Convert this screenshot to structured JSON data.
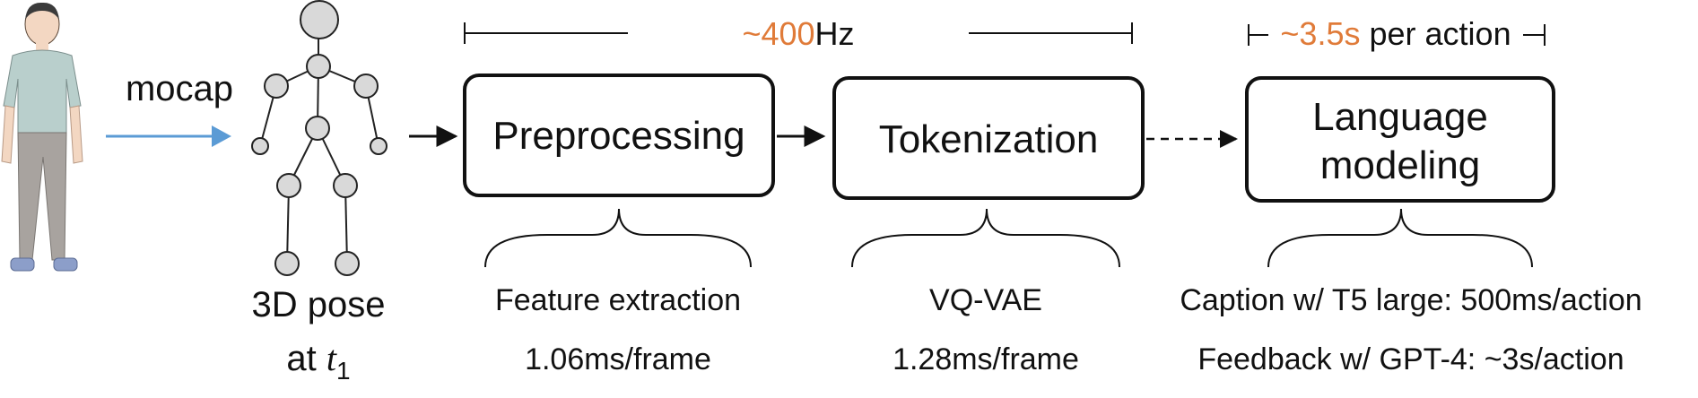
{
  "colors": {
    "text": "#111111",
    "highlight": "#e07b39",
    "mocap_arrow": "#5b9bd5",
    "joint_fill": "#d9d9d9",
    "box_border": "#111111"
  },
  "icons": {
    "person": "person-figure-icon",
    "skeleton": "stick-skeleton-icon"
  },
  "input": {
    "mocap_label": "mocap",
    "pose_label_line1": "3D pose",
    "pose_label_line2_prefix": "at ",
    "pose_label_var": "t",
    "pose_label_sub": "1"
  },
  "rates": {
    "hz_value": "~400",
    "hz_unit": "Hz",
    "action_value": "~3.5s",
    "action_unit": " per action"
  },
  "stages": [
    {
      "name": "Preprocessing",
      "detail_1": "Feature extraction",
      "detail_2": "1.06ms/frame"
    },
    {
      "name": "Tokenization",
      "detail_1": "VQ-VAE",
      "detail_2": "1.28ms/frame"
    },
    {
      "name_line1": "Language",
      "name_line2": "modeling",
      "detail_1": "Caption w/ T5 large: 500ms/action",
      "detail_2": "Feedback w/ GPT-4: ~3s/action"
    }
  ]
}
